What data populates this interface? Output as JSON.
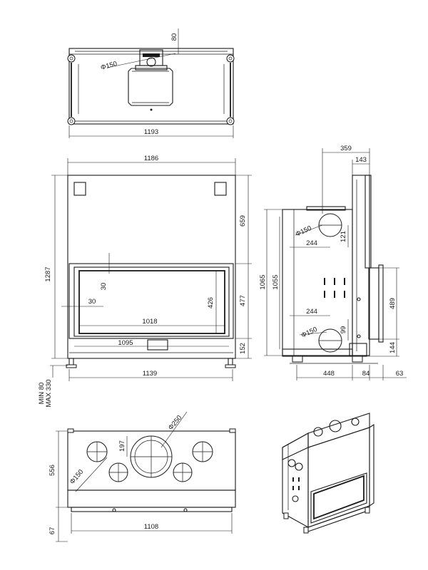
{
  "views": {
    "top": {
      "width": "1193",
      "depth": "80",
      "flue": "Φ150"
    },
    "front": {
      "top_width": "1186",
      "height": "1287",
      "upper": "659",
      "glass_height": "477",
      "base": "152",
      "opening_height": "426",
      "opening_width": "1018",
      "frame_width": "1095",
      "leg_width": "1139",
      "offset_v": "30",
      "offset_h": "30",
      "adjust_min": "MIN 80",
      "adjust_max": "MAX 330"
    },
    "side": {
      "total_depth": "359",
      "top_depth": "143",
      "height_outer": "1065",
      "height_inner": "1055",
      "flue_top": "Φ150",
      "flue_top_offset": "244",
      "flue_top_drop": "121",
      "glass": "489",
      "flue_bottom_offset": "244",
      "flue_bottom": "Φ150",
      "flue_bottom_rise": "99",
      "base": "144",
      "depth_body": "448",
      "depth_frame": "84",
      "depth_glass": "63"
    },
    "bottom": {
      "outlet": "Φ250",
      "offset": "197",
      "depth": "556",
      "inlet": "Φ150",
      "width": "1108",
      "plinth": "67"
    }
  }
}
